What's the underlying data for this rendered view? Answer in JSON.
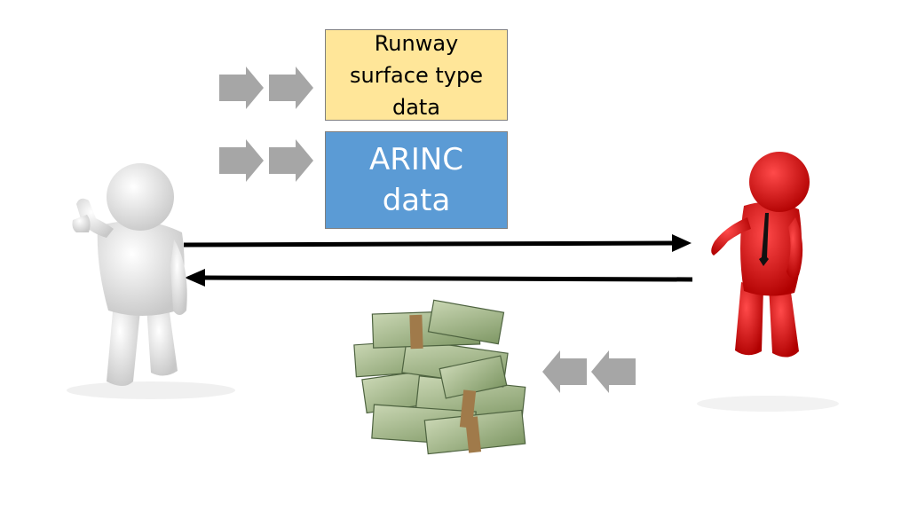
{
  "runway_box": {
    "lines": [
      "Runway",
      "surface type",
      "data"
    ],
    "fill": "#ffe699"
  },
  "arinc_box": {
    "lines": [
      "ARINC",
      "data"
    ],
    "fill": "#5b9bd5"
  },
  "colors": {
    "chevron": "#a6a6a6",
    "arrow": "#000000",
    "white_figure": "#e6e6e6",
    "red_figure": "#e00000",
    "money": "#8fa776"
  },
  "icons": {
    "left_person": "white-person-thumbs-up-icon",
    "right_person": "red-person-with-tie-icon",
    "money": "cash-stack-icon"
  }
}
